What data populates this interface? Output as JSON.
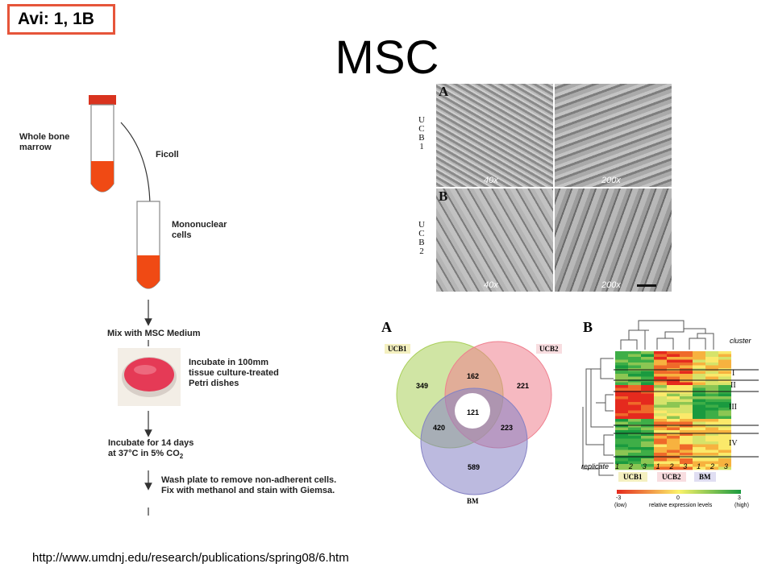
{
  "slide": {
    "tag": "Avi: 1, 1B",
    "title": "MSC",
    "url": "http://www.umdnj.edu/research/publications/spring08/6.htm"
  },
  "flowchart": {
    "whole_bone_marrow": [
      "Whole bone",
      "marrow"
    ],
    "ficoll": "Ficoll",
    "mononuclear": [
      "Mononuclear",
      "cells"
    ],
    "mix": "Mix with MSC Medium",
    "incubate_dish": [
      "Incubate in 100mm",
      "tissue culture-treated",
      "Petri dishes"
    ],
    "incubate_days": [
      "Incubate for 14 days",
      "at 37°C in 5% CO",
      "2"
    ],
    "wash": [
      "Wash plate to remove non-adherent cells.",
      "Fix with methanol and stain with Giemsa."
    ]
  },
  "micrographs": {
    "panel_a": "A",
    "panel_b": "B",
    "row_a_label": [
      "U",
      "C",
      "B",
      "1"
    ],
    "row_b_label": [
      "U",
      "C",
      "B",
      "2"
    ],
    "mag_low": "40x",
    "mag_high": "200x"
  },
  "venn": {
    "panel": "A",
    "labels": {
      "ucb1": "UCB1",
      "ucb2": "UCB2",
      "bm": "BM"
    },
    "counts": {
      "ucb1_only": "349",
      "ucb1_ucb2": "162",
      "ucb2_only": "221",
      "all": "121",
      "ucb1_bm": "420",
      "ucb2_bm": "223",
      "bm_only": "589"
    },
    "colors": {
      "ucb1": "#a9cf5a",
      "ucb2": "#ef7f8e",
      "bm": "#8582c4"
    }
  },
  "heatmap": {
    "panel": "B",
    "cluster_label": "cluster",
    "clusters": [
      "I",
      "II",
      "III",
      "IV"
    ],
    "replicate_label": "replicate",
    "replicates": [
      "1",
      "2",
      "3",
      "1",
      "2",
      "3",
      "1",
      "2",
      "3"
    ],
    "groups": [
      "UCB1",
      "UCB2",
      "BM"
    ],
    "scale_ticks": [
      "-3",
      "0",
      "3"
    ],
    "scale_low": "(low)",
    "scale_mid": "relative expression levels",
    "scale_high": "(high)"
  }
}
